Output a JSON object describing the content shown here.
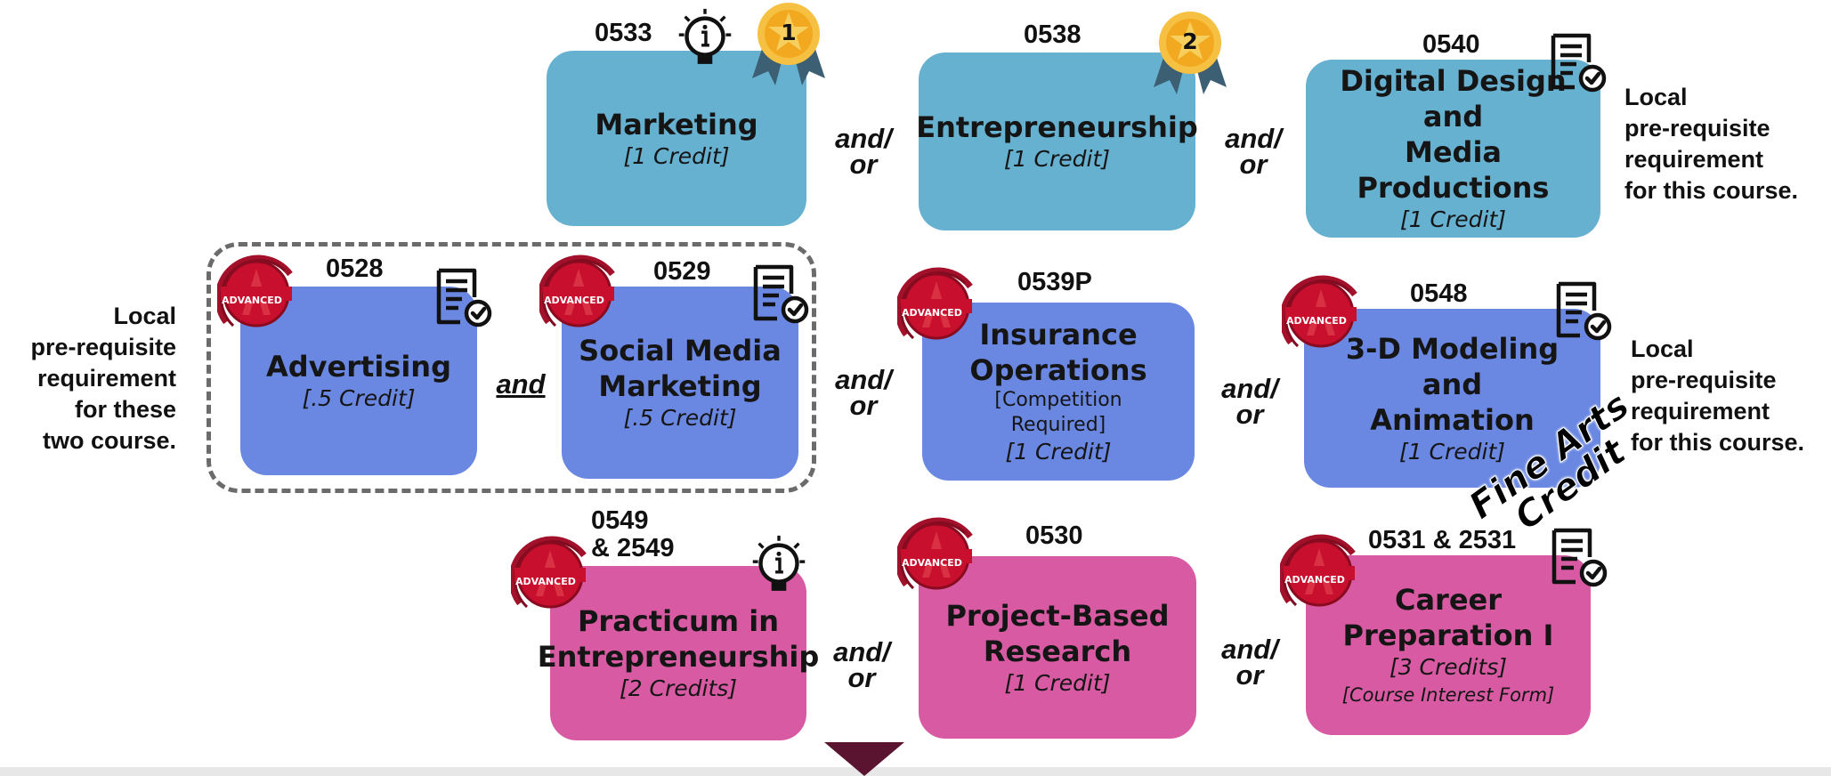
{
  "courses": {
    "marketing": {
      "code": "0533",
      "title": "Marketing",
      "credit": "[1 Credit]"
    },
    "entrepreneurship": {
      "code": "0538",
      "title": "Entrepreneurship",
      "credit": "[1 Credit]"
    },
    "digital_design": {
      "code": "0540",
      "title": "Digital Design and\nMedia Productions",
      "credit": "[1 Credit]"
    },
    "advertising": {
      "code": "0528",
      "title": "Advertising",
      "credit": "[.5 Credit]"
    },
    "social_media": {
      "code": "0529",
      "title": "Social Media\nMarketing",
      "credit": "[.5 Credit]"
    },
    "insurance": {
      "code": "0539P",
      "title": "Insurance\nOperations",
      "note": "[Competition\nRequired]",
      "credit": "[1 Credit]"
    },
    "modeling": {
      "code": "0548",
      "title": "3-D Modeling and\nAnimation",
      "credit": "[1 Credit]",
      "stamp": "Fine Arts\nCredit"
    },
    "practicum": {
      "code": "0549\n& 2549",
      "title": "Practicum in\nEntrepreneurship",
      "credit": "[2 Credits]"
    },
    "project_research": {
      "code": "0530",
      "title": "Project-Based\nResearch",
      "credit": "[1 Credit]"
    },
    "career_prep": {
      "code": "0531 & 2531",
      "title": "Career\nPreparation I",
      "credit": "[3 Credits]",
      "note": "[Course Interest Form]"
    }
  },
  "connectors": {
    "and_or": "and/\nor",
    "and": "and"
  },
  "notes": {
    "local_this_top": "Local\npre-requisite\nrequirement\nfor this course.",
    "local_these_two": "Local\npre-requisite\nrequirement\nfor these\ntwo course.",
    "local_this_mid": "Local\npre-requisite\nrequirement\nfor this course."
  },
  "badges": {
    "medal_1": "1",
    "medal_2": "2",
    "advanced": "ADVANCED"
  },
  "colors": {
    "teal": "#66b0d0",
    "blue": "#6a88e2",
    "pink": "#d75aa3",
    "advanced_red": "#c8102e",
    "medal_gold": "#f2a91f",
    "arrow": "#5a1430"
  }
}
